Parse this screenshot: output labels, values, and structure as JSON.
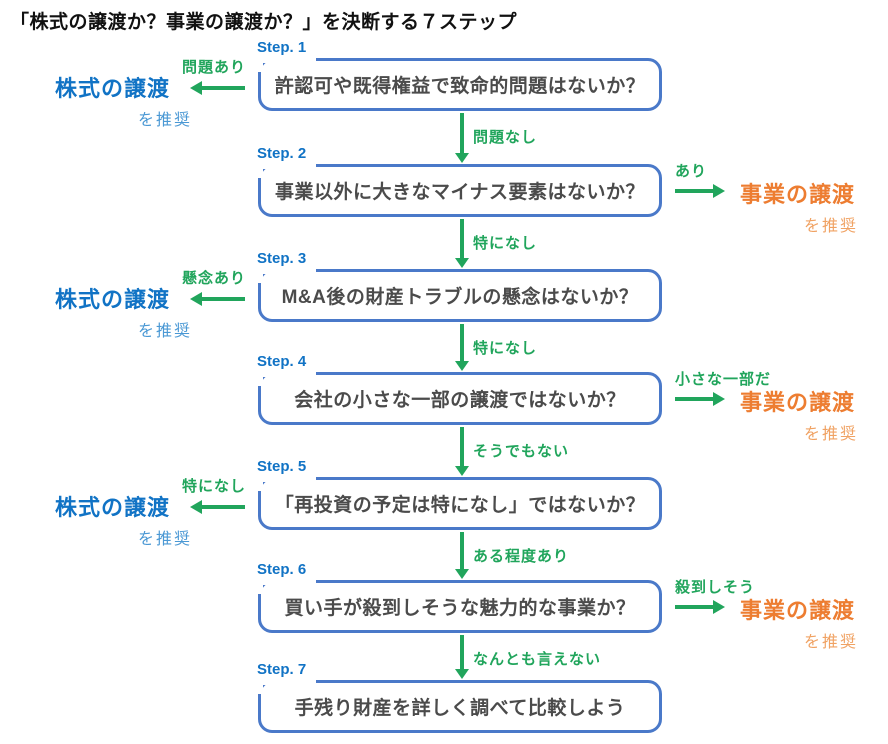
{
  "title": "「株式の譲渡か？事業の譲渡か？」を決断する７ステップ",
  "steps": [
    {
      "label": "Step. 1",
      "question": "許認可や既得権益で致命的問題はないか？",
      "down_label": "問題なし",
      "side": {
        "direction": "left",
        "arrow_label": "問題あり",
        "recommendation": "株式の譲渡",
        "suffix": "を推奨"
      }
    },
    {
      "label": "Step. 2",
      "question": "事業以外に大きなマイナス要素はないか？",
      "down_label": "特になし",
      "side": {
        "direction": "right",
        "arrow_label": "あり",
        "recommendation": "事業の譲渡",
        "suffix": "を推奨"
      }
    },
    {
      "label": "Step. 3",
      "question": "M&A後の財産トラブルの懸念はないか？",
      "down_label": "特になし",
      "side": {
        "direction": "left",
        "arrow_label": "懸念あり",
        "recommendation": "株式の譲渡",
        "suffix": "を推奨"
      }
    },
    {
      "label": "Step. 4",
      "question": "会社の小さな一部の譲渡ではないか？",
      "down_label": "そうでもない",
      "side": {
        "direction": "right",
        "arrow_label": "小さな一部だ",
        "recommendation": "事業の譲渡",
        "suffix": "を推奨"
      }
    },
    {
      "label": "Step. 5",
      "question": "「再投資の予定は特になし」ではないか？",
      "down_label": "ある程度あり",
      "side": {
        "direction": "left",
        "arrow_label": "特になし",
        "recommendation": "株式の譲渡",
        "suffix": "を推奨"
      }
    },
    {
      "label": "Step. 6",
      "question": "買い手が殺到しそうな魅力的な事業か？",
      "down_label": "なんとも言えない",
      "side": {
        "direction": "right",
        "arrow_label": "殺到しそう",
        "recommendation": "事業の譲渡",
        "suffix": "を推奨"
      }
    },
    {
      "label": "Step. 7",
      "question": "手残り財産を詳しく調べて比較しよう"
    }
  ],
  "colors": {
    "box_border": "#4a79c9",
    "step_label_blue": "#1173c5",
    "stock_transfer_text": "#1173c5",
    "stock_suffix_light_blue": "#4a98d4",
    "business_transfer_text": "#ed7d31",
    "business_suffix_light_orange": "#f0a263",
    "arrow_green": "#21a55c",
    "question_text": "#4b4b4b",
    "title_text": "#111111"
  }
}
